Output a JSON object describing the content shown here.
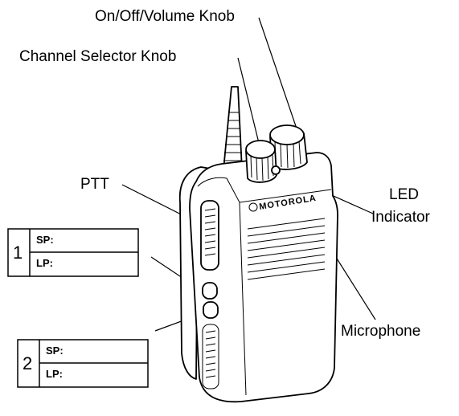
{
  "labels": {
    "volume_knob": "On/Off/Volume Knob",
    "channel_knob": "Channel Selector Knob",
    "ptt": "PTT",
    "led_line1": "LED",
    "led_line2": "Indicator",
    "microphone": "Microphone"
  },
  "brand": "MOTOROLA",
  "buttons": [
    {
      "number": "1",
      "sp_label": "SP:",
      "lp_label": "LP:"
    },
    {
      "number": "2",
      "sp_label": "SP:",
      "lp_label": "LP:"
    }
  ]
}
